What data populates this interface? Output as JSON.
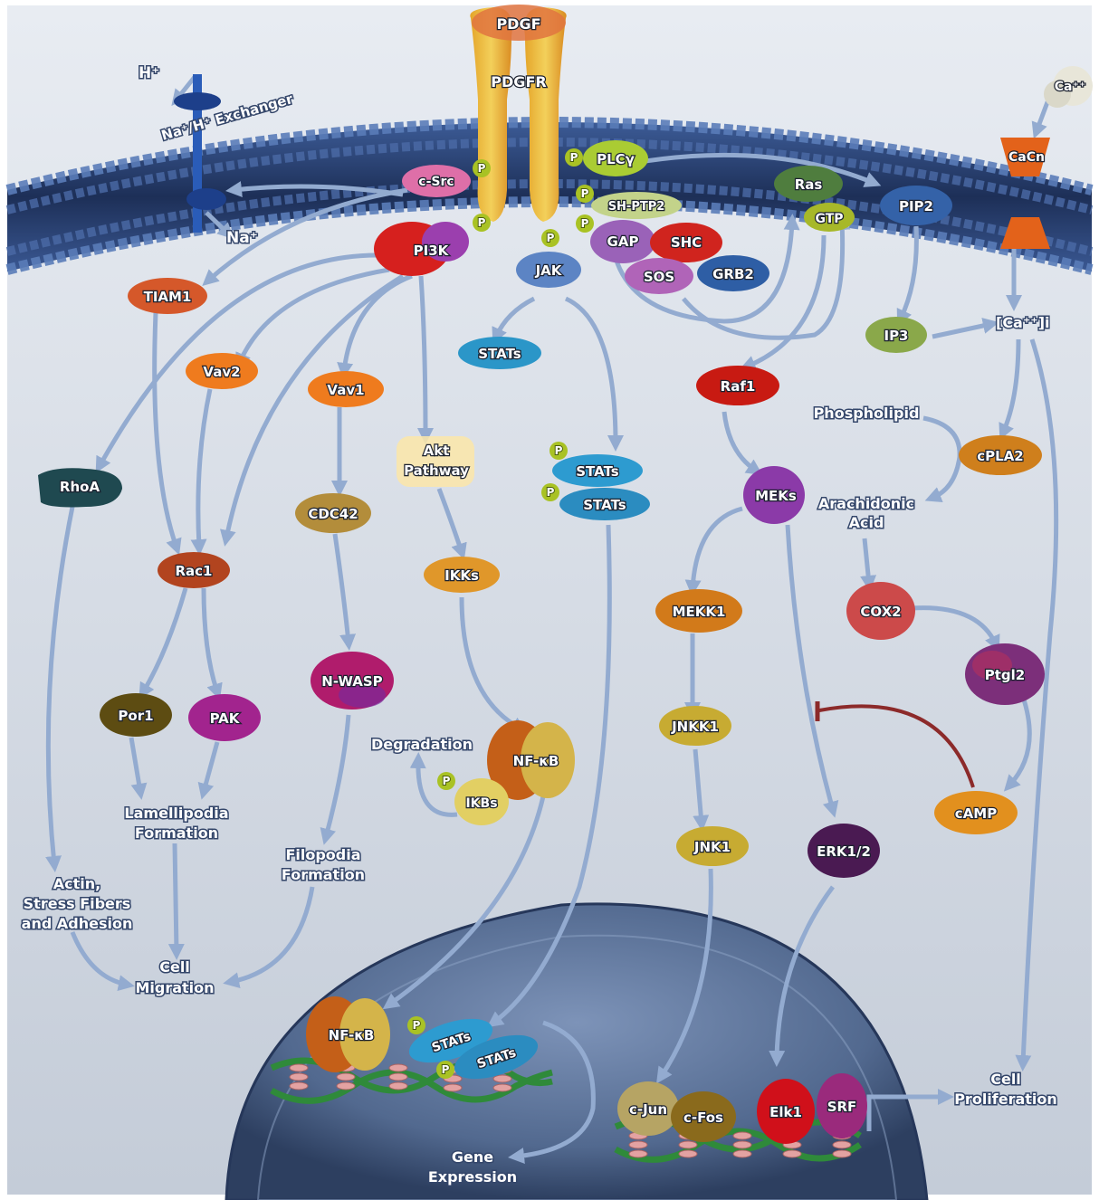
{
  "receptor": {
    "ligand": "PDGF",
    "receptor": "PDGFR"
  },
  "membrane_labels": {
    "h_plus": "H⁺",
    "na_plus": "Na⁺",
    "exchanger": "Na⁺/H⁺ Exchanger",
    "ca_ion": "Ca⁺⁺",
    "cacn": "CaCn"
  },
  "nodes": {
    "csrc": "c-Src",
    "pi3k": "PI3K",
    "plc": "PLCγ",
    "shptp2": "SH-PTP2",
    "gap": "GAP",
    "shc": "SHC",
    "sos": "SOS",
    "grb2": "GRB2",
    "jak": "JAK",
    "ras": "Ras",
    "gtp": "GTP",
    "pip2": "PIP2",
    "ip3": "IP3",
    "ca_i": "[Ca⁺⁺]i",
    "tiam1": "TIAM1",
    "vav2": "Vav2",
    "vav1": "Vav1",
    "rhoa": "RhoA",
    "rac1": "Rac1",
    "cdc42": "CDC42",
    "por1": "Por1",
    "pak": "PAK",
    "nwasp": "N-WASP",
    "akt": "Akt Pathway",
    "ikks": "IKKs",
    "nfkb": "NF-κB",
    "ikbs": "IKBs",
    "stats_top": "STATs",
    "stats_p1": "STATs",
    "stats_p2": "STATs",
    "raf1": "Raf1",
    "meks": "MEKs",
    "mekk1": "MEKK1",
    "jnkk1": "JNKK1",
    "jnk1": "JNK1",
    "erk": "ERK1/2",
    "cpla2": "cPLA2",
    "cox2": "COX2",
    "ptgi2": "Ptgl2",
    "camp": "cAMP",
    "nfkb_nuc": "NF-κB",
    "stats_nuc1": "STATs",
    "stats_nuc2": "STATs",
    "cjun": "c-Jun",
    "cfos": "c-Fos",
    "elk1": "Elk1",
    "srf": "SRF",
    "p": "P"
  },
  "labels": {
    "phospholipid": "Phospholipid",
    "arachidonic": [
      "Arachidonic",
      "Acid"
    ],
    "degradation": "Degradation",
    "lamellipodia": [
      "Lamellipodia",
      "Formation"
    ],
    "filopodia": [
      "Filopodia",
      "Formation"
    ],
    "actin": [
      "Actin,",
      "Stress Fibers",
      "and Adhesion"
    ],
    "cell_migration": [
      "Cell",
      "Migration"
    ],
    "gene_expression": [
      "Gene",
      "Expression"
    ],
    "cell_proliferation": [
      "Cell",
      "Proliferation"
    ]
  },
  "colors": {
    "membrane": "#34558e",
    "arrow": "#93abd0",
    "inhibit": "#8c2a2a",
    "nucleus": "#43608e",
    "dna": "#2f8a3a"
  }
}
